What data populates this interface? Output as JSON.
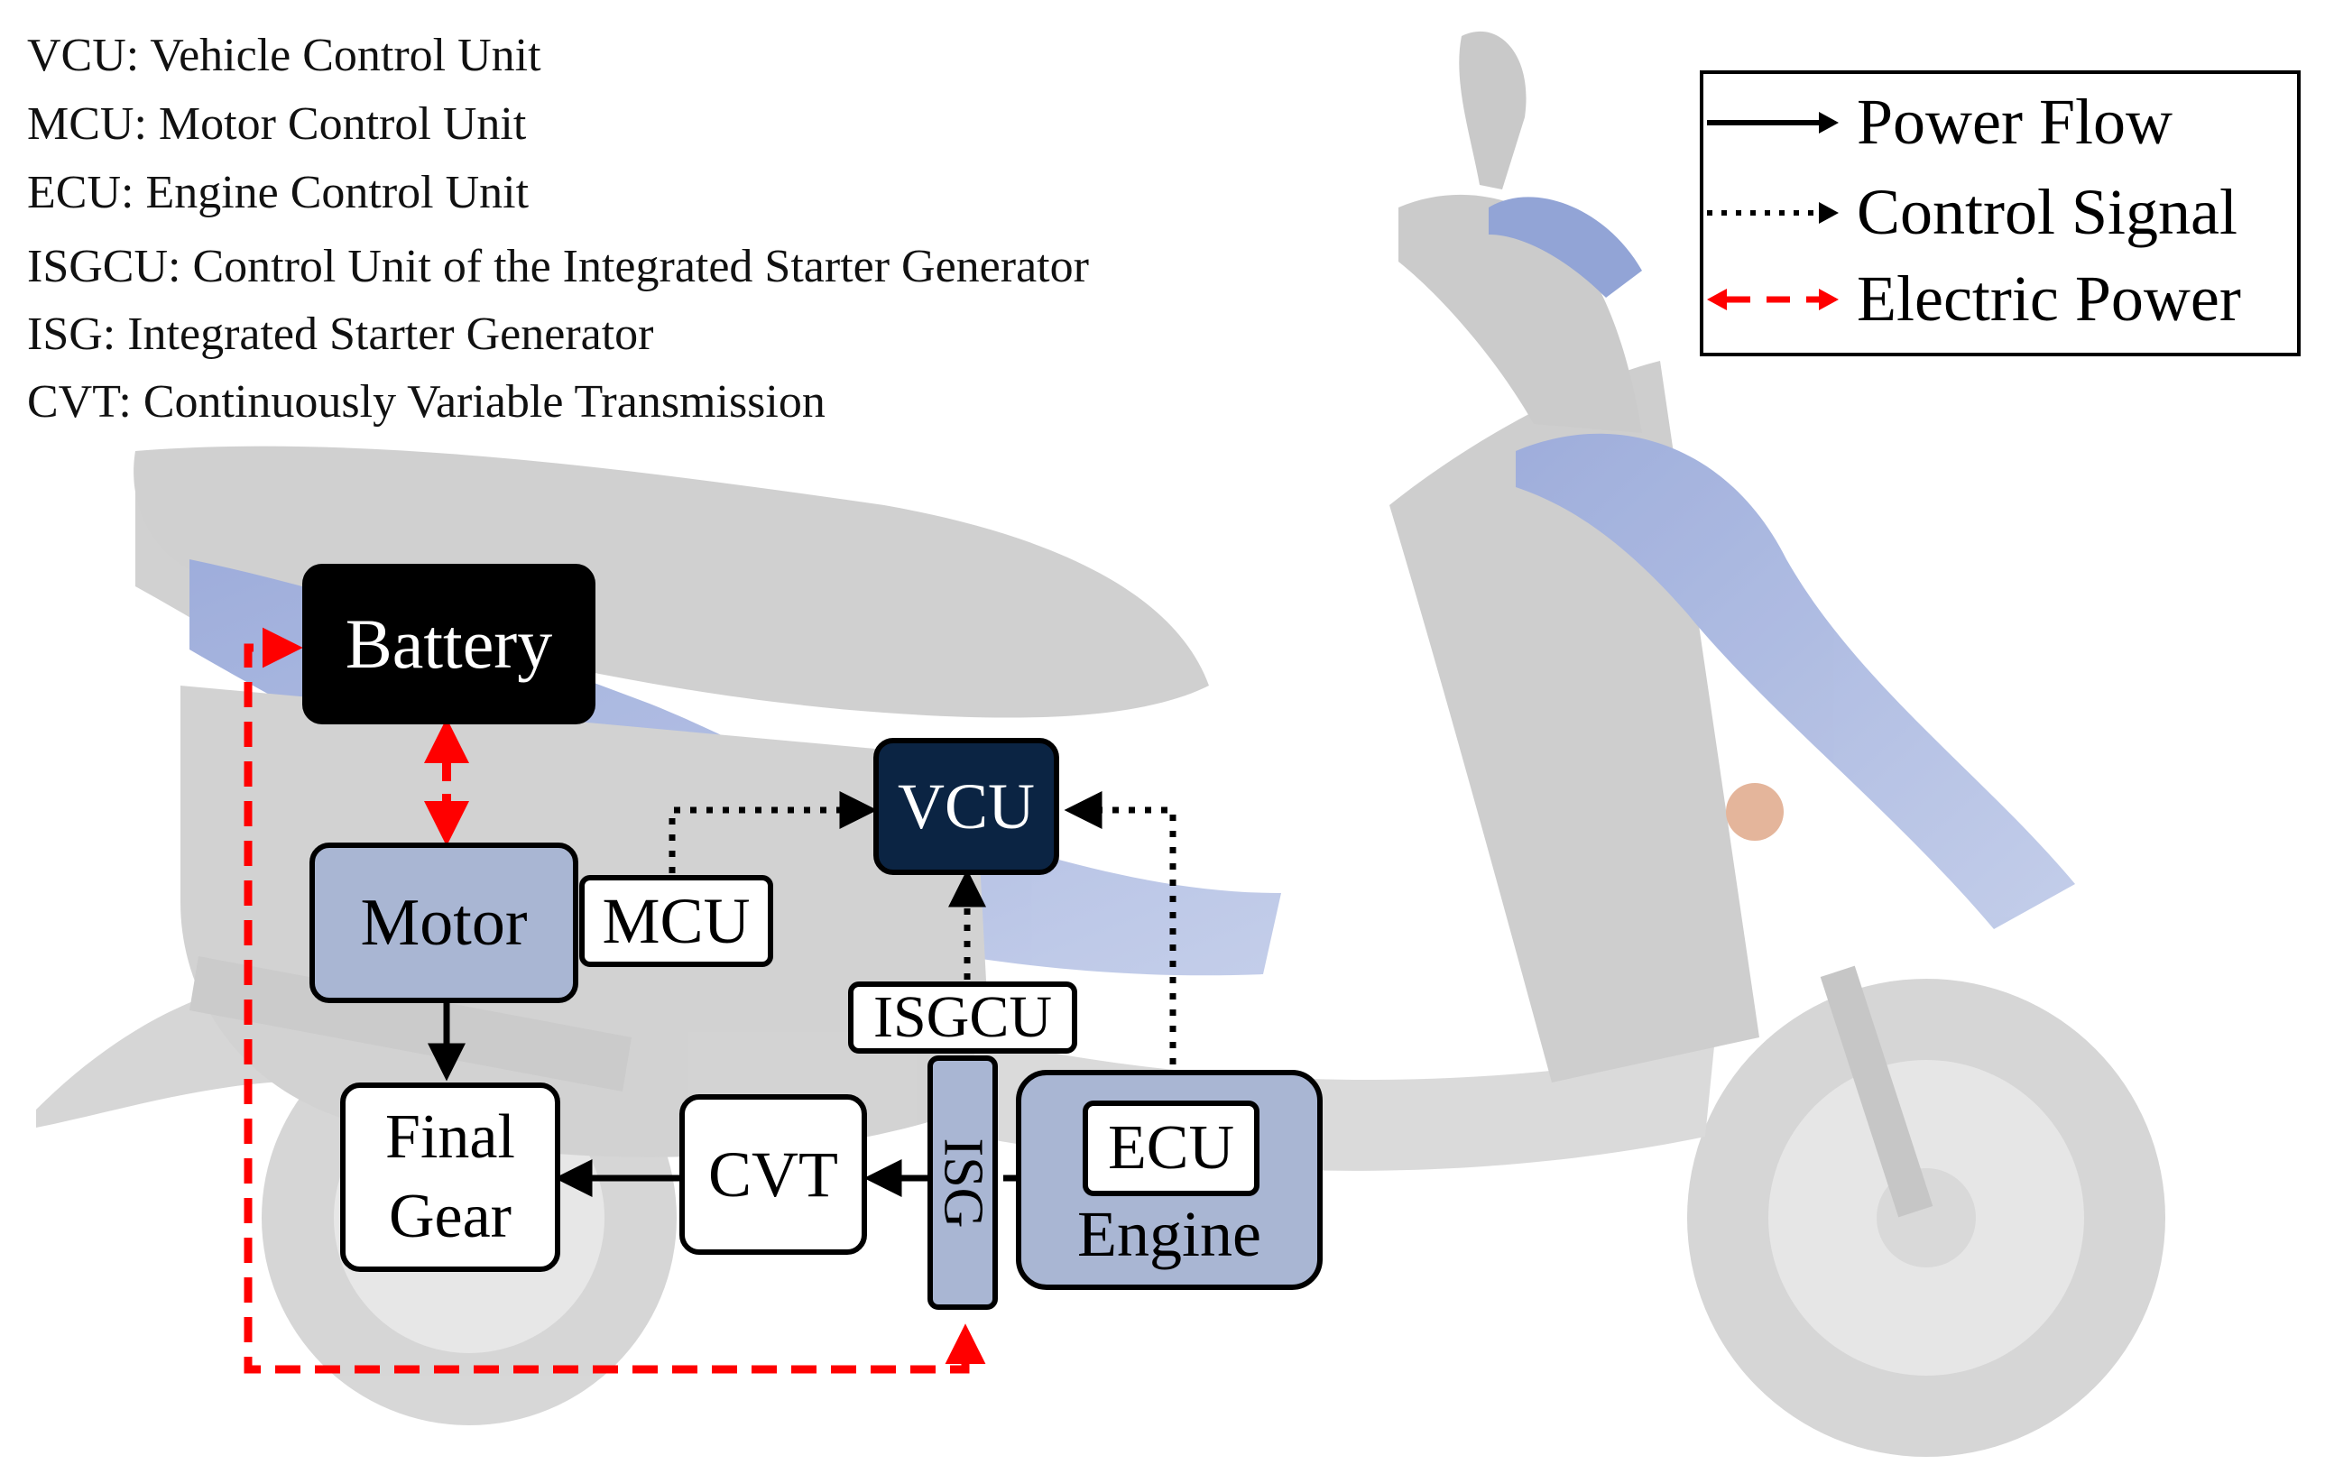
{
  "abbreviations": [
    "VCU: Vehicle Control Unit",
    "MCU: Motor Control Unit",
    "ECU: Engine Control Unit",
    "ISGCU: Control Unit of the Integrated Starter Generator",
    "ISG: Integrated Starter Generator",
    "CVT: Continuously Variable Transmission"
  ],
  "legend": {
    "power_flow": "Power Flow",
    "control_signal": "Control Signal",
    "electric_power": "Electric Power"
  },
  "nodes": {
    "battery": "Battery",
    "vcu": "VCU",
    "motor": "Motor",
    "mcu": "MCU",
    "isgcu": "ISGCU",
    "isg": "ISG",
    "final_gear_line1": "Final",
    "final_gear_line2": "Gear",
    "cvt": "CVT",
    "ecu": "ECU",
    "engine": "Engine"
  },
  "colors": {
    "dark_node": "#000000",
    "vcu_node": "#0b2443",
    "component_fill": "#a9b6d3",
    "white_node": "#ffffff",
    "power_flow": "#000000",
    "control_signal": "#000000",
    "electric_power": "#ff0000",
    "scooter_body": "#d2d2d2",
    "scooter_accent": "#6f86c4"
  },
  "background_image": "scooter-photo"
}
